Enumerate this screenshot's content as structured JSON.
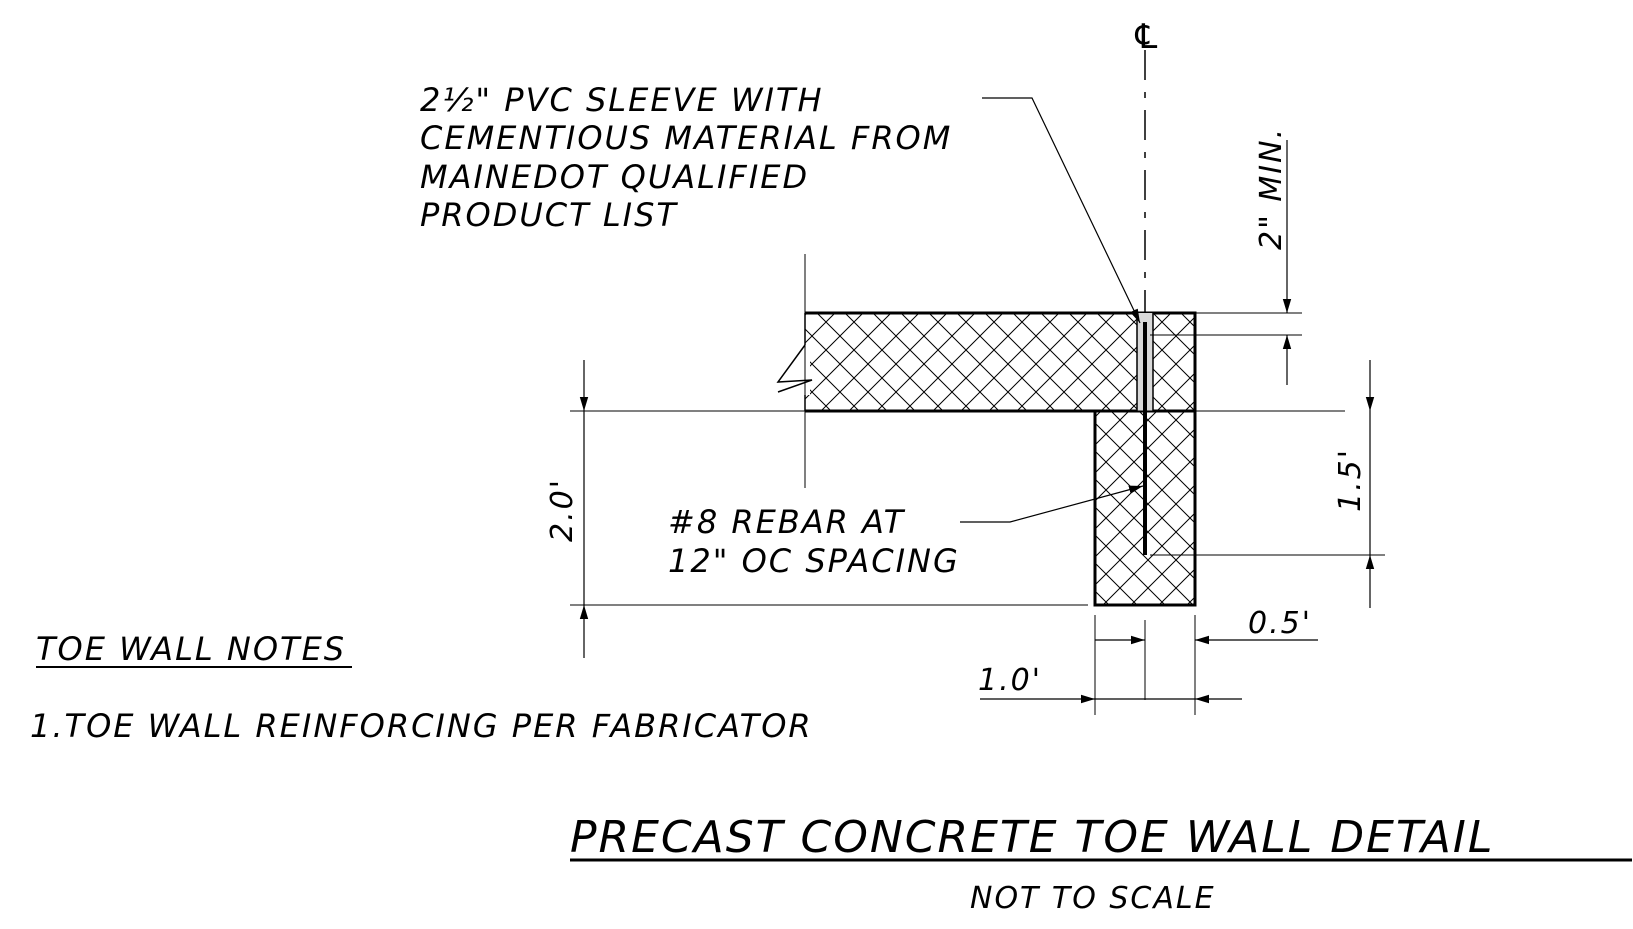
{
  "centerline_symbol": "℄",
  "sleeve_note": [
    "2½\" PVC SLEEVE WITH",
    "CEMENTIOUS MATERIAL FROM",
    "MAINEDOT QUALIFIED",
    "PRODUCT LIST"
  ],
  "rebar_note": [
    "#8 REBAR AT",
    "12\" OC SPACING"
  ],
  "dimensions": {
    "min_cover": "2\" MIN.",
    "total_height": "2.0'",
    "wall_height": "1.5'",
    "wall_thickness": "1.0'",
    "half_width": "0.5'"
  },
  "notes_heading": "TOE WALL NOTES",
  "notes": [
    "1.TOE WALL REINFORCING PER FABRICATOR"
  ],
  "title": "PRECAST CONCRETE TOE WALL DETAIL",
  "scale_note": "NOT TO SCALE",
  "colors": {
    "line": "#000000",
    "background": "#ffffff",
    "sleeve_fill": "#d9d9d9"
  }
}
